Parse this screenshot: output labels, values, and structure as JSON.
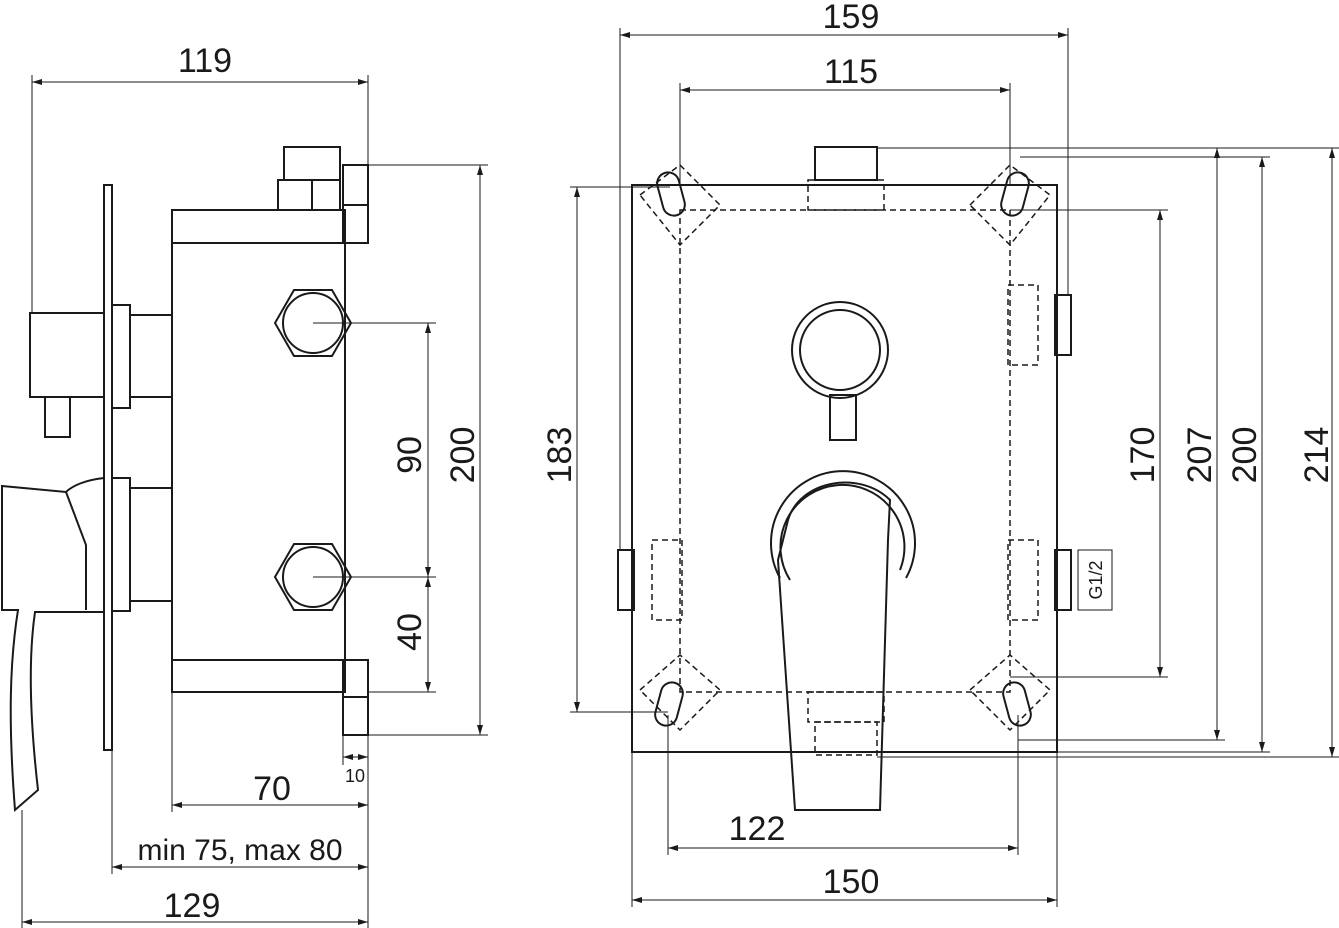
{
  "side_view": {
    "dims": {
      "width_119": "119",
      "height_200": "200",
      "spacing_90": "90",
      "offset_40": "40",
      "offset_10": "10",
      "depth_70": "70",
      "depth_range": "min 75, max 80",
      "total_129": "129"
    }
  },
  "front_view": {
    "dims": {
      "width_159": "159",
      "width_115": "115",
      "width_150": "150",
      "width_122": "122",
      "height_183": "183",
      "height_170": "170",
      "height_207": "207",
      "height_200": "200",
      "height_214": "214"
    },
    "thread_label": "G1/2"
  }
}
